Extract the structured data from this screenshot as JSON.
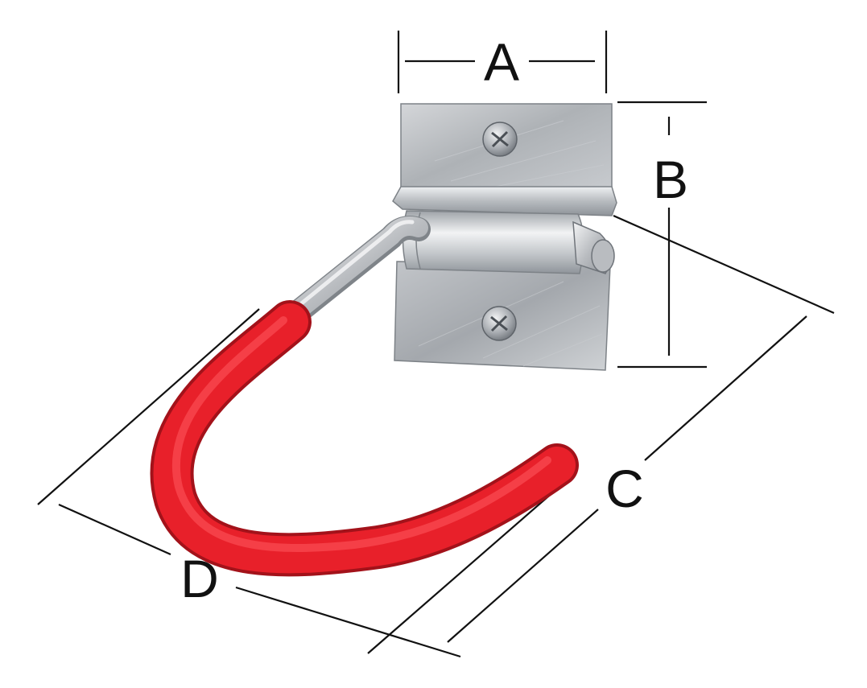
{
  "labels": {
    "a": "A",
    "b": "B",
    "c": "C",
    "d": "D"
  },
  "colors": {
    "background": "#ffffff",
    "dimension_lines": "#111111",
    "plate_metal": "#b9bcc0",
    "rod_metal": "#c8cacd",
    "grip_red": "#e8202a"
  },
  "icons": {
    "upper_screw": "phillips-screw-icon",
    "lower_screw": "phillips-screw-icon"
  }
}
